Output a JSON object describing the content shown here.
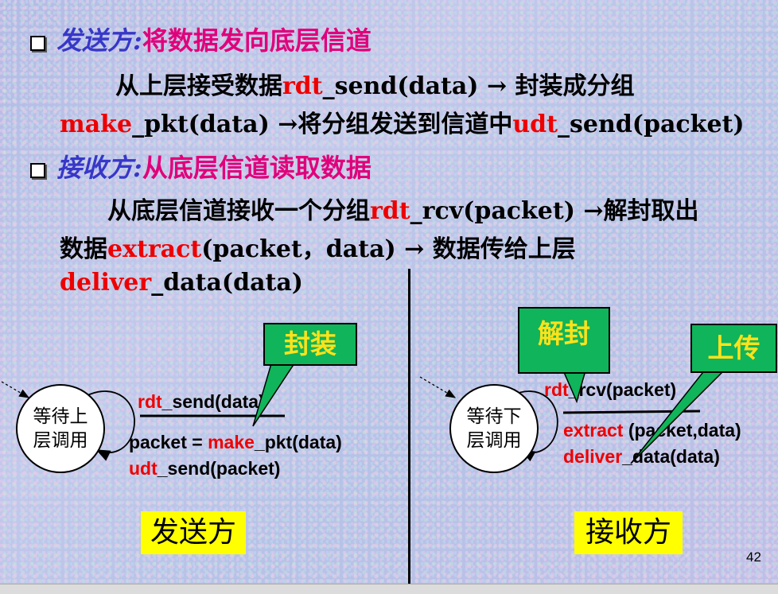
{
  "sender_heading": {
    "role": "发送方:",
    "desc": "将数据发向底层信道"
  },
  "sender_line1": {
    "pre": "从上层接受数据",
    "red": "rdt",
    "post": "_send(data) → 封装成分组"
  },
  "sender_line2": {
    "red1": "make",
    "mid": "_pkt(data) →将分组发送到信道中",
    "red2": "udt",
    "post": "_send(packet)"
  },
  "receiver_heading": {
    "role": "接收方:",
    "desc": "从底层信道读取数据"
  },
  "receiver_line1": {
    "pre": "从底层信道接收一个分组",
    "red": "rdt",
    "post": "_rcv(packet) →解封取出"
  },
  "receiver_line2": {
    "pre": "数据",
    "red": "extract",
    "post": "(packet，data) → 数据传给上层"
  },
  "receiver_line3": {
    "red": "deliver",
    "post": "_data(data)"
  },
  "sender_fsm": {
    "state_line1": "等待上",
    "state_line2": "层调用",
    "event": {
      "red": "rdt",
      "post": "_send(data)"
    },
    "action1": {
      "pre": "packet = ",
      "red": "make",
      "post": "_pkt(data)"
    },
    "action2": {
      "red": "udt",
      "post": "_send(packet)"
    },
    "callout": "封装",
    "label": "发送方"
  },
  "receiver_fsm": {
    "state_line1": "等待下",
    "state_line2": "层调用",
    "event": {
      "red": "rdt",
      "post": "_rcv(packet)"
    },
    "action1": {
      "red": "extract",
      "post": " (packet,data)"
    },
    "action2": {
      "red": "deliver",
      "post": "_data(data)"
    },
    "callout_left": "解封",
    "callout_right": "上传",
    "label": "接收方"
  },
  "page_number": "42",
  "colors": {
    "red": "#ee0000",
    "callout_green": "#10b45a",
    "callout_text": "#fde21a",
    "heading_role": "#3737c8",
    "heading_desc": "#e0007a",
    "label_bg": "#ffff00"
  }
}
